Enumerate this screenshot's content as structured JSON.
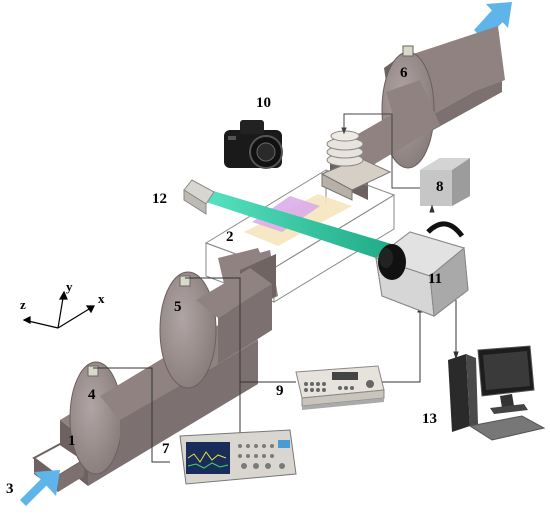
{
  "diagram": {
    "labels": {
      "n1": "1",
      "n2": "2",
      "n3": "3",
      "n4": "4",
      "n5": "5",
      "n6": "6",
      "n7": "7",
      "n8": "8",
      "n9": "9",
      "n10": "10",
      "n11": "11",
      "n12": "12",
      "n13": "13"
    },
    "axes": {
      "x": "x",
      "y": "y",
      "z": "z"
    },
    "colors": {
      "duct": "#8f8281",
      "duct_dark": "#6d6261",
      "flange": "#9a8e8e",
      "beam": "#3fd6b0",
      "flow_arrow": "#5fb4ea",
      "sheet_purple": "#d9a8ea",
      "sheet_yellow": "#f6e6bf",
      "box8": "#b8b8b8"
    },
    "icons": [
      "camera-icon",
      "high-speed-camera-icon",
      "oscilloscope-icon",
      "signal-generator-icon",
      "desktop-computer-icon",
      "laser-icon",
      "heat-sink-icon"
    ]
  }
}
